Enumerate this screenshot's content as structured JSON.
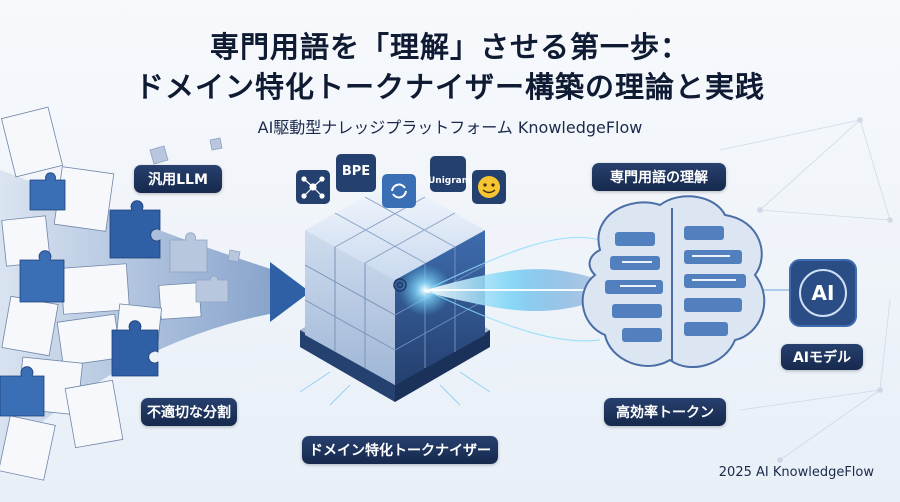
{
  "title": {
    "line1": "専門用語を「理解」させる第一歩：",
    "line2": "ドメイン特化トークナイザー構築の理論と実践"
  },
  "subtitle": "AI駆動型ナレッジプラットフォーム KnowledgeFlow",
  "labels": {
    "general_llm": "汎用LLM",
    "improper_split": "不適切な分割",
    "domain_tokenizer": "ドメイン特化トークナイザー",
    "term_understanding": "専門用語の理解",
    "efficient_tokens": "高効率トークン",
    "ai_model": "AIモデル"
  },
  "icons": {
    "bpe": "BPE",
    "unigram": "Unigram",
    "ai_badge": "AI"
  },
  "footer": "2025 AI KnowledgeFlow",
  "colors": {
    "navy": "#16294d",
    "blue": "#3a6fb5",
    "cyan": "#5ec8f0",
    "light": "#dbe6f4"
  }
}
